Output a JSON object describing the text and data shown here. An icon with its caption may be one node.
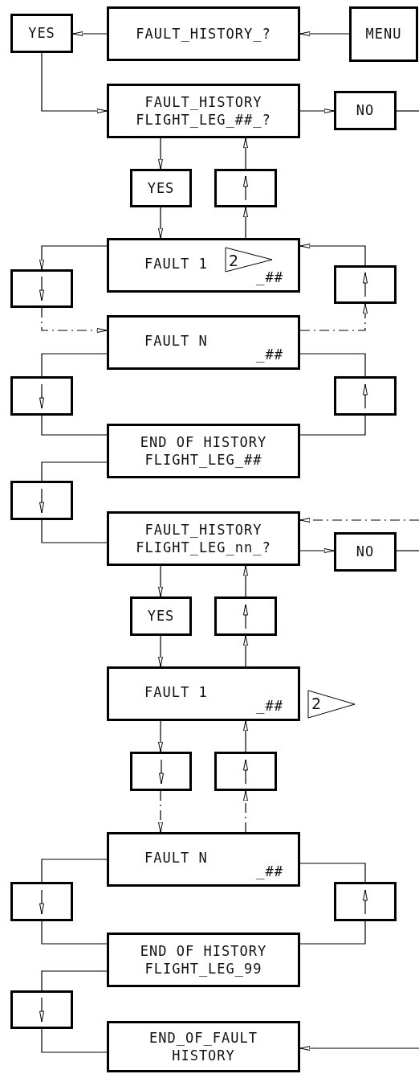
{
  "diagram": {
    "nodes": [
      {
        "text": [
          "YES"
        ]
      },
      {
        "text": [
          "FAULT_HISTORY_?"
        ]
      },
      {
        "text": [
          "MENU"
        ]
      },
      {
        "text": [
          "FAULT_HISTORY FLIGHT_LEG_##_?"
        ]
      },
      {
        "text": [
          "NO"
        ]
      },
      {
        "text": [
          "YES"
        ]
      },
      {
        "text": [],
        "shape": "box"
      },
      {
        "text": [
          "FAULT 1",
          "_##"
        ]
      },
      {
        "text": [
          "2"
        ],
        "in": 7
      },
      {
        "text": [],
        "shape": "box"
      },
      {
        "text": [],
        "shape": "box"
      },
      {
        "text": [
          "FAULT N",
          "_##"
        ]
      },
      {
        "text": [],
        "shape": "box"
      },
      {
        "text": [],
        "shape": "box"
      },
      {
        "text": [
          "END OF HISTORY FLIGHT_LEG_##"
        ]
      },
      {
        "text": [],
        "shape": "box"
      },
      {
        "text": [
          "FAULT_HISTORY FLIGHT_LEG_nn_?"
        ]
      },
      {
        "text": [
          "NO"
        ]
      },
      {
        "text": [
          "YES"
        ]
      },
      {
        "text": [],
        "shape": "box"
      },
      {
        "text": [
          "FAULT 1",
          "_##"
        ]
      },
      {
        "text": [
          "2"
        ]
      },
      {
        "text": [],
        "shape": "box"
      },
      {
        "text": [],
        "shape": "box"
      },
      {
        "text": [
          "FAULT N",
          "_##"
        ]
      },
      {
        "text": [],
        "shape": "box"
      },
      {
        "text": [],
        "shape": "box"
      },
      {
        "text": [
          "END OF HISTORY FLIGHT_LEG_99"
        ]
      },
      {
        "text": [],
        "shape": "box"
      },
      {
        "text": [
          "END_OF_FAULT HISTORY"
        ]
      }
    ],
    "edges": [
      {
        "from": 2,
        "to": 1,
        "arrow": "to"
      },
      {
        "from": 1,
        "to": 0,
        "arrow": "to"
      },
      {
        "from": 0,
        "to": 3,
        "arrow": "to"
      },
      {
        "from": 3,
        "to": 4,
        "arrow": "to"
      },
      {
        "from": 4,
        "to": null,
        "arrow": "none"
      },
      {
        "from": 3,
        "to": 5,
        "arrow": "to"
      },
      {
        "from": 5,
        "to": 7,
        "arrow": "to"
      },
      {
        "from": 7,
        "to": 6,
        "arrow": "to"
      },
      {
        "from": 6,
        "to": 3,
        "arrow": "to"
      },
      {
        "from": 7,
        "to": 9,
        "arrow": "to"
      },
      {
        "from": 9,
        "to": 11,
        "arrow": "to",
        "style": "dashed"
      },
      {
        "from": 11,
        "to": 10,
        "arrow": "to",
        "style": "dashed"
      },
      {
        "from": 10,
        "to": 7,
        "arrow": "to"
      },
      {
        "from": 11,
        "to": 12,
        "arrow": "none"
      },
      {
        "from": 12,
        "to": 14,
        "arrow": "none"
      },
      {
        "from": 14,
        "to": 13,
        "arrow": "none"
      },
      {
        "from": 13,
        "to": 11,
        "arrow": "none"
      },
      {
        "from": 14,
        "to": 15,
        "arrow": "none"
      },
      {
        "from": 15,
        "to": 16,
        "arrow": "none"
      },
      {
        "from": null,
        "to": 16,
        "arrow": "to",
        "style": "dashed"
      },
      {
        "from": 16,
        "to": 17,
        "arrow": "to"
      },
      {
        "from": 17,
        "to": null,
        "arrow": "none"
      },
      {
        "from": 16,
        "to": 18,
        "arrow": "to"
      },
      {
        "from": 18,
        "to": 20,
        "arrow": "to"
      },
      {
        "from": 20,
        "to": 19,
        "arrow": "to"
      },
      {
        "from": 19,
        "to": 16,
        "arrow": "to"
      },
      {
        "from": 20,
        "to": 22,
        "arrow": "to"
      },
      {
        "from": 22,
        "to": 24,
        "arrow": "to",
        "style": "dashed"
      },
      {
        "from": 24,
        "to": 23,
        "arrow": "to",
        "style": "dashed"
      },
      {
        "from": 23,
        "to": 20,
        "arrow": "to"
      },
      {
        "from": 24,
        "to": 25,
        "arrow": "none"
      },
      {
        "from": 25,
        "to": 27,
        "arrow": "none"
      },
      {
        "from": 27,
        "to": 26,
        "arrow": "none"
      },
      {
        "from": 26,
        "to": 24,
        "arrow": "none"
      },
      {
        "from": 27,
        "to": 28,
        "arrow": "none"
      },
      {
        "from": 28,
        "to": 29,
        "arrow": "none"
      },
      {
        "from": null,
        "to": 29,
        "arrow": "to"
      }
    ]
  }
}
